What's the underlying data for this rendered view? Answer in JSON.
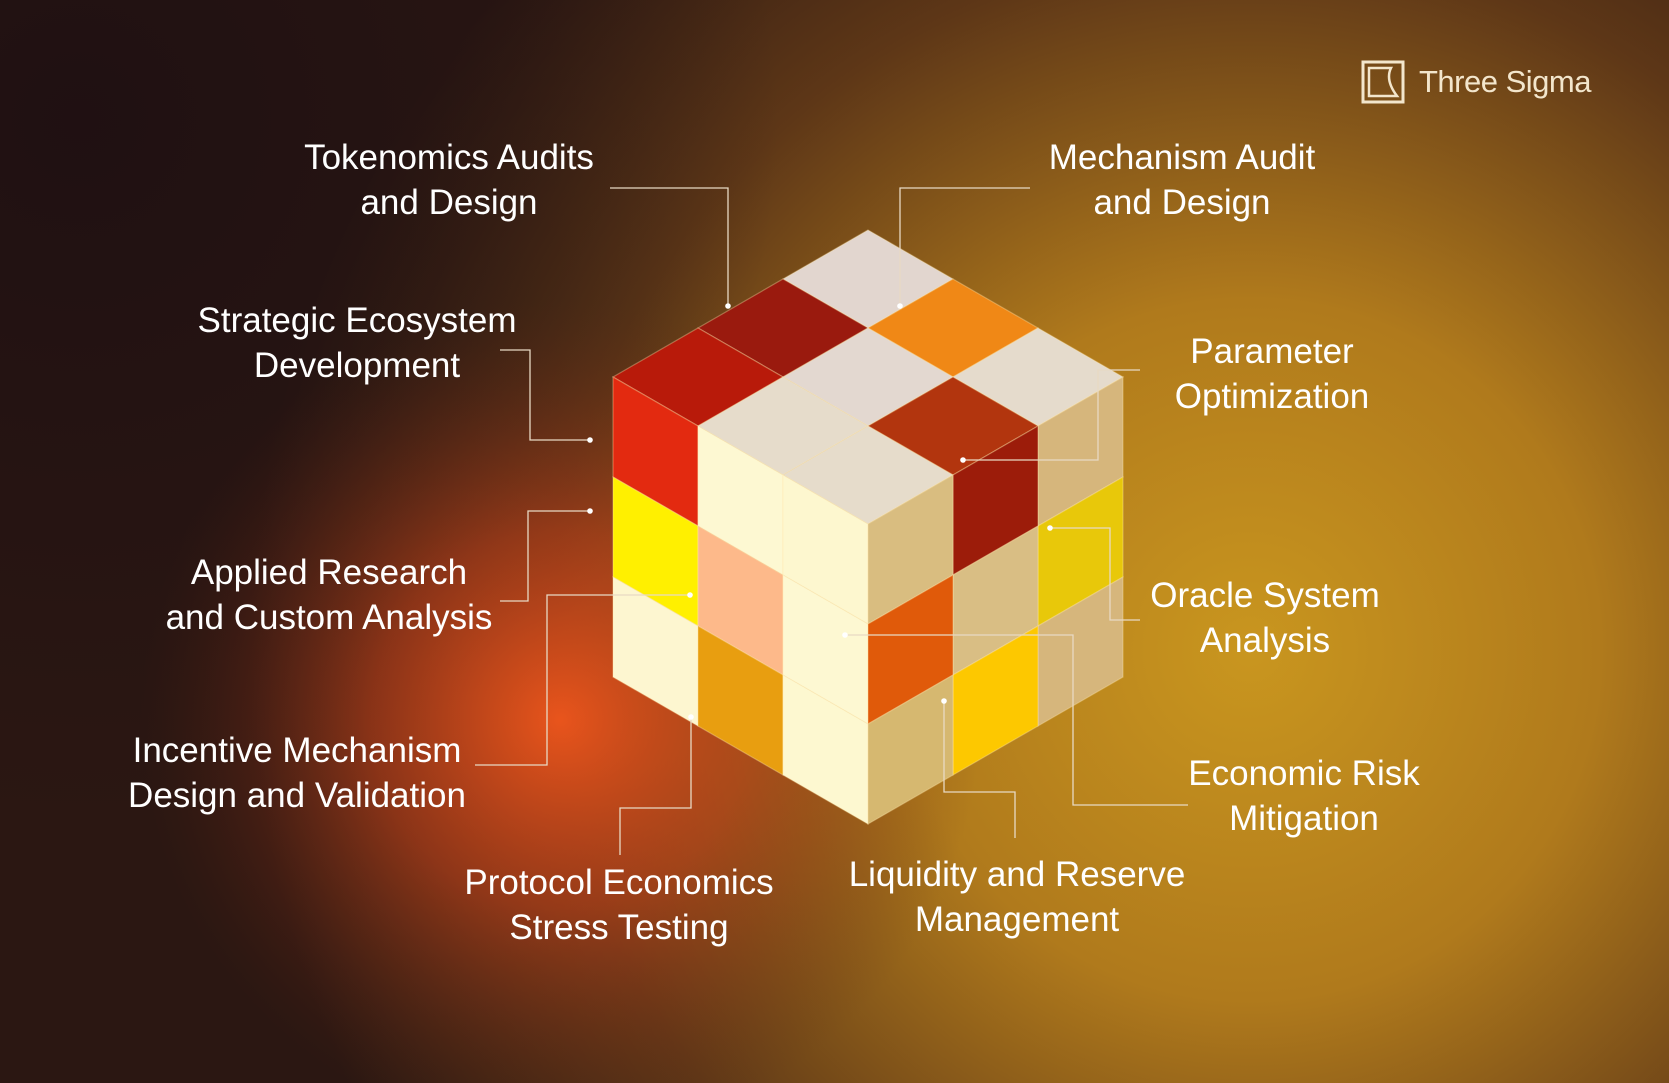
{
  "brand": {
    "name": "Three Sigma",
    "logo_icon": "three-sigma-logo-icon"
  },
  "colors": {
    "bg_dark": "#2a1612",
    "bg_glow_orange": "#e0521e",
    "bg_gold": "#c8901e",
    "leader_line": "#e8d9c4"
  },
  "labels": [
    {
      "id": "tokenomics",
      "lines": [
        "Tokenomics Audits",
        "and Design"
      ]
    },
    {
      "id": "mechanism",
      "lines": [
        "Mechanism Audit",
        "and Design"
      ]
    },
    {
      "id": "strategic",
      "lines": [
        "Strategic Ecosystem",
        "Development"
      ]
    },
    {
      "id": "parameter",
      "lines": [
        "Parameter",
        "Optimization"
      ]
    },
    {
      "id": "applied",
      "lines": [
        "Applied Research",
        "and Custom Analysis"
      ]
    },
    {
      "id": "oracle",
      "lines": [
        "Oracle System",
        "Analysis"
      ]
    },
    {
      "id": "incentive",
      "lines": [
        "Incentive Mechanism",
        "Design and Validation"
      ]
    },
    {
      "id": "economic",
      "lines": [
        "Economic Risk",
        "Mitigation"
      ]
    },
    {
      "id": "protocol",
      "lines": [
        "Protocol Economics",
        "Stress Testing"
      ]
    },
    {
      "id": "liquidity",
      "lines": [
        "Liquidity and Reserve",
        "Management"
      ]
    }
  ]
}
